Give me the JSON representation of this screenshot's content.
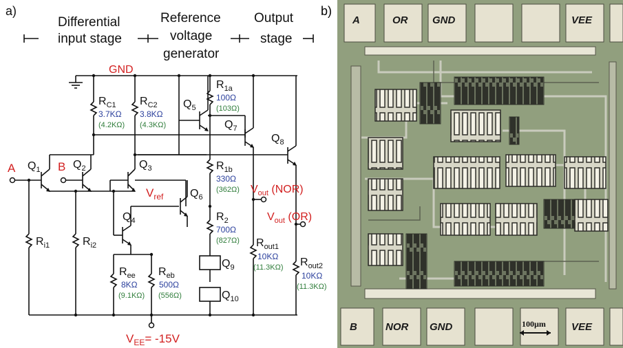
{
  "schematic": {
    "panel_label": "a)",
    "sections": [
      "Differential",
      "input stage",
      "Reference",
      "voltage",
      "generator",
      "Output",
      "stage"
    ],
    "gnd": "GND",
    "vee": "V",
    "vee_sub": "EE",
    "vee_val": "= -15V",
    "input_a": "A",
    "input_b": "B",
    "vref": "V",
    "vref_sub": "ref",
    "vout_nor": "V",
    "vout_nor_sub": "out",
    "vout_nor_tag": " (NOR)",
    "vout_or": "V",
    "vout_or_sub": "out",
    "vout_or_tag": " (OR)",
    "transistors": [
      "Q",
      "1",
      "Q",
      "2",
      "Q",
      "3",
      "Q",
      "4",
      "Q",
      "5",
      "Q",
      "6",
      "Q",
      "7",
      "Q",
      "8",
      "Q",
      "9",
      "Q",
      "10"
    ],
    "resistors": {
      "rc1": {
        "name": "R",
        "sub": "C1",
        "val": "3.7KΩ",
        "meas": "(4.2KΩ)"
      },
      "rc2": {
        "name": "R",
        "sub": "C2",
        "val": "3.8KΩ",
        "meas": "(4.3KΩ)"
      },
      "r1a": {
        "name": "R",
        "sub": "1a",
        "val": "100Ω",
        "meas": "(103Ω)"
      },
      "r1b": {
        "name": "R",
        "sub": "1b",
        "val": "330Ω",
        "meas": "(362Ω)"
      },
      "r2": {
        "name": "R",
        "sub": "2",
        "val": "700Ω",
        "meas": "(827Ω)"
      },
      "ri1": {
        "name": "R",
        "sub": "i1"
      },
      "ri2": {
        "name": "R",
        "sub": "i2"
      },
      "ree": {
        "name": "R",
        "sub": "ee",
        "val": "8KΩ",
        "meas": "(9.1KΩ)"
      },
      "reb": {
        "name": "R",
        "sub": "eb",
        "val": "500Ω",
        "meas": "(556Ω)"
      },
      "rout1": {
        "name": "R",
        "sub": "out1",
        "val": "10KΩ",
        "meas": "(11.3KΩ)"
      },
      "rout2": {
        "name": "R",
        "sub": "out2",
        "val": "10KΩ",
        "meas": "(11.3KΩ)"
      }
    },
    "colors": {
      "label_red": "#d21f1f",
      "value_blue": "#2a3f9c",
      "measured_green": "#2f7d3a"
    }
  },
  "photo": {
    "panel_label": "b)",
    "top_pads": [
      "A",
      "OR",
      "GND",
      "VEE"
    ],
    "bottom_pads": [
      "B",
      "NOR",
      "GND",
      "VEE"
    ],
    "scale_bar": "100µm",
    "colors": {
      "background": "#8a9a78",
      "pad": "#e6e2d0",
      "trace": "#c9cbbd",
      "dark": "#3a3a32"
    }
  }
}
